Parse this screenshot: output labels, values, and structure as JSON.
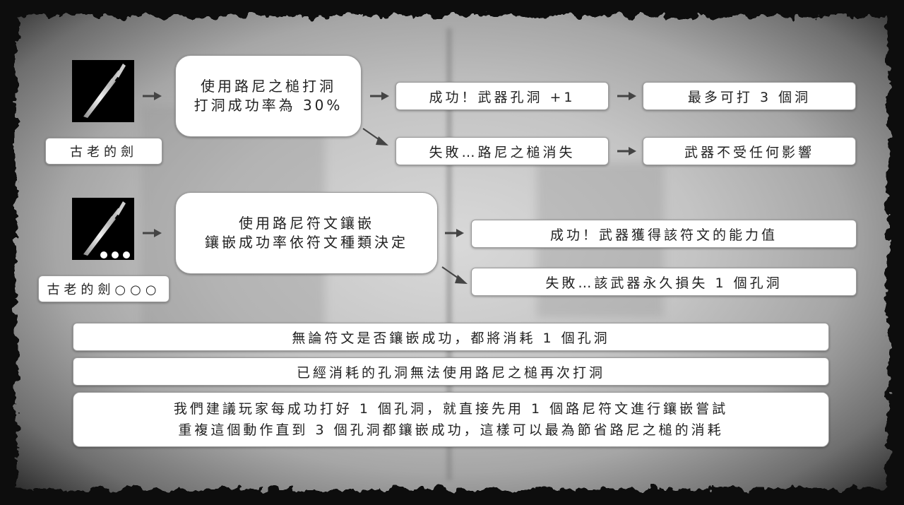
{
  "row1": {
    "item_label": "古老的劍",
    "action": [
      "使用路尼之槌打洞",
      "打洞成功率為 30%"
    ],
    "success": "成功！武器孔洞 +1",
    "success_note": "最多可打 3 個洞",
    "fail": "失敗…路尼之槌消失",
    "fail_note": "武器不受任何影響"
  },
  "row2": {
    "item_label": "古老的劍○○○",
    "action": [
      "使用路尼符文鑲嵌",
      "鑲嵌成功率依符文種類決定"
    ],
    "success": "成功！武器獲得該符文的能力值",
    "fail": "失敗…該武器永久損失 1 個孔洞"
  },
  "notes": {
    "note1": "無論符文是否鑲嵌成功，都將消耗 1 個孔洞",
    "note2": "已經消耗的孔洞無法使用路尼之槌再次打洞",
    "tip": [
      "我們建議玩家每成功打好 1 個孔洞，就直接先用 1 個路尼符文進行鑲嵌嘗試",
      "重複這個動作直到 3 個孔洞都鑲嵌成功，這樣可以最為節省路尼之槌的消耗"
    ]
  },
  "icons": {
    "item": "dagger-icon",
    "arrow": "arrow-right-icon"
  },
  "colors": {
    "box_bg": "#ffffff",
    "text": "#222222",
    "arrow": "#444444"
  }
}
